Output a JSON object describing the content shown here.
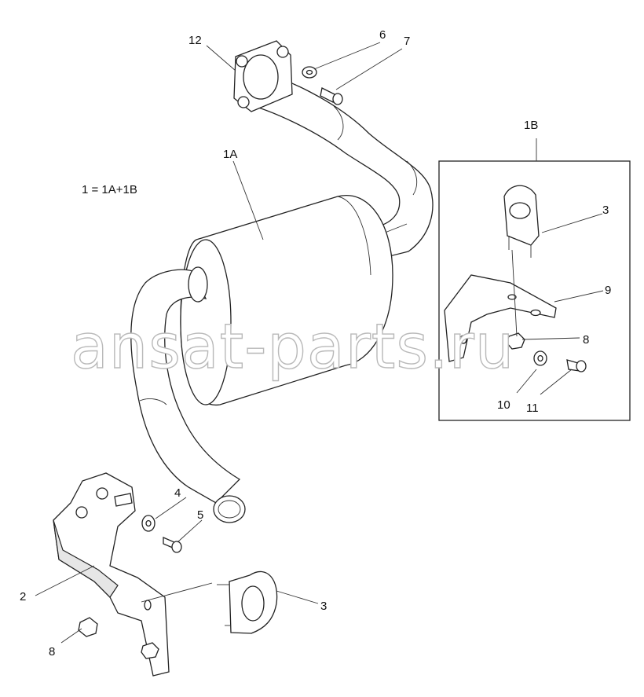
{
  "formula": "1 = 1A+1B",
  "labels": {
    "l12": "12",
    "l6": "6",
    "l7": "7",
    "l1A": "1A",
    "l1B": "1B",
    "l3_inset": "3",
    "l9": "9",
    "l8_inset": "8",
    "l10": "10",
    "l11": "11",
    "l4": "4",
    "l5": "5",
    "l2": "2",
    "l3": "3",
    "l8": "8"
  },
  "watermark": "ansat-parts.ru"
}
